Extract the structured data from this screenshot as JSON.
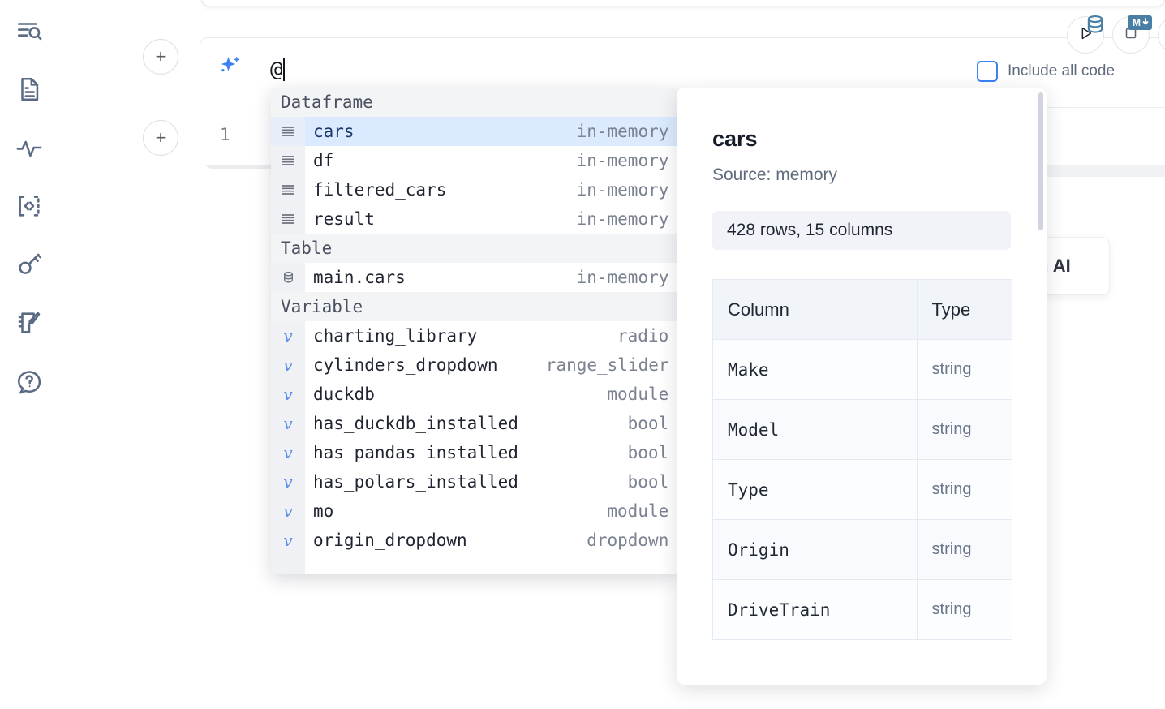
{
  "sidebar": {
    "items": [
      {
        "name": "explorer-search-icon",
        "label": "Explorer"
      },
      {
        "name": "document-icon",
        "label": "Documentation"
      },
      {
        "name": "activity-icon",
        "label": "Activity"
      },
      {
        "name": "code-snippet-icon",
        "label": "Snippets"
      },
      {
        "name": "key-icon",
        "label": "Secrets"
      },
      {
        "name": "scratchpad-icon",
        "label": "Scratchpad"
      },
      {
        "name": "help-chat-icon",
        "label": "Help"
      }
    ]
  },
  "toolbar": {
    "add_label": "+",
    "include_all_code_label": "Include all code",
    "include_all_code_checked": false,
    "run_label": "Run",
    "stop_label": "Stop",
    "ai_fab_label": "h AI"
  },
  "ai_cell": {
    "prompt_value": "@",
    "line_number": "1",
    "sparkle_icon": "sparkles-icon",
    "database_icon": "database-icon",
    "markdown_icon": "markdown-icon"
  },
  "autocomplete": {
    "groups": [
      {
        "label": "Dataframe",
        "icon": "dataframe-icon",
        "items": [
          {
            "name": "cars",
            "type": "in-memory",
            "selected": true
          },
          {
            "name": "df",
            "type": "in-memory",
            "selected": false
          },
          {
            "name": "filtered_cars",
            "type": "in-memory",
            "selected": false
          },
          {
            "name": "result",
            "type": "in-memory",
            "selected": false
          }
        ]
      },
      {
        "label": "Table",
        "icon": "database-icon",
        "items": [
          {
            "name": "main.cars",
            "type": "in-memory",
            "selected": false
          }
        ]
      },
      {
        "label": "Variable",
        "icon": "variable-icon",
        "items": [
          {
            "name": "charting_library",
            "type": "radio",
            "selected": false
          },
          {
            "name": "cylinders_dropdown",
            "type": "range_slider",
            "selected": false
          },
          {
            "name": "duckdb",
            "type": "module",
            "selected": false
          },
          {
            "name": "has_duckdb_installed",
            "type": "bool",
            "selected": false
          },
          {
            "name": "has_pandas_installed",
            "type": "bool",
            "selected": false
          },
          {
            "name": "has_polars_installed",
            "type": "bool",
            "selected": false
          },
          {
            "name": "mo",
            "type": "module",
            "selected": false
          },
          {
            "name": "origin_dropdown",
            "type": "dropdown",
            "selected": false
          }
        ]
      }
    ]
  },
  "detail": {
    "title": "cars",
    "source": "Source: memory",
    "shape": "428 rows, 15 columns",
    "columns_header": "Column",
    "type_header": "Type",
    "rows": [
      {
        "column": "Make",
        "type": "string"
      },
      {
        "column": "Model",
        "type": "string"
      },
      {
        "column": "Type",
        "type": "string"
      },
      {
        "column": "Origin",
        "type": "string"
      },
      {
        "column": "DriveTrain",
        "type": "string"
      }
    ]
  },
  "colors": {
    "accent": "#3b82f6",
    "selected_row": "#dbeafe",
    "icon_blue": "#4a7fa5",
    "rail_icon": "#5c6b84"
  }
}
